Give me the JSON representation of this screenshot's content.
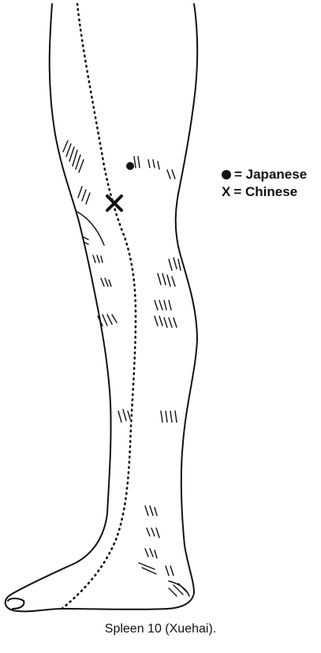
{
  "figure": {
    "legend": [
      {
        "symbol": "dot",
        "label": "= Japanese"
      },
      {
        "symbol": "X",
        "label": "= Chinese"
      }
    ],
    "points": [
      {
        "name": "Japanese location",
        "marker": "dot"
      },
      {
        "name": "Chinese location",
        "marker": "X"
      }
    ],
    "caption": "Spleen 10 (Xuehai).",
    "colors": {
      "ink": "#111111",
      "background": "#ffffff"
    }
  }
}
